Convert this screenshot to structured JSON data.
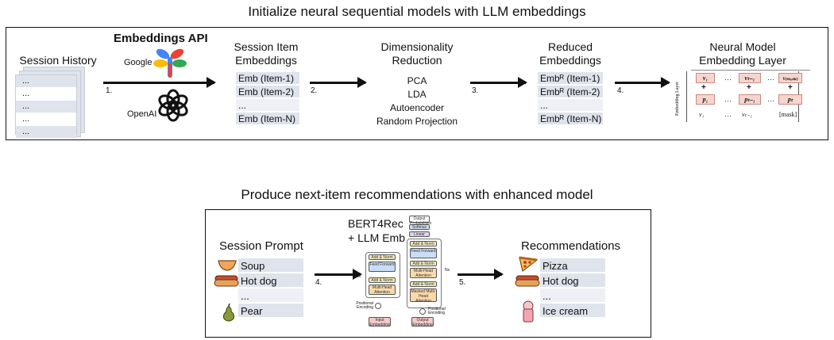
{
  "top": {
    "title": "Initialize neural sequential models with LLM embeddings",
    "session_history": {
      "label": "Session History",
      "rows": [
        "...",
        "...",
        "...",
        "...",
        "..."
      ]
    },
    "api": {
      "label": "Embeddings API",
      "google": "Google",
      "openai": "OpenAI"
    },
    "steps": [
      "1.",
      "2.",
      "3.",
      "4."
    ],
    "session_item_embeddings": {
      "label_line1": "Session Item",
      "label_line2": "Embeddings",
      "rows": [
        "Emb (Item-1)",
        "Emb (Item-2)",
        "...",
        "Emb (Item-N)"
      ]
    },
    "dim_reduction": {
      "label_line1": "Dimensionality",
      "label_line2": "Reduction",
      "methods": [
        "PCA",
        "LDA",
        "Autoencoder",
        "Random Projection"
      ]
    },
    "reduced_embeddings": {
      "label_line1": "Reduced",
      "label_line2": "Embeddings",
      "rows": [
        "Embᴿ (Item-1)",
        "Embᴿ (Item-2)",
        "...",
        "Embᴿ (Item-N)"
      ]
    },
    "neural_model": {
      "label_line1": "Neural Model",
      "label_line2": "Embedding Layer",
      "side_label": "Embedding Layer",
      "v_cells": [
        "v₁",
        "vₜ₋₁",
        "v₍ₘₐₛₖ₎"
      ],
      "p_cells": [
        "p₁",
        "pₜ₋₁",
        "pₜ"
      ],
      "plus": "+",
      "inputs": [
        "v₁",
        "vₜ₋₁",
        "[mask]"
      ],
      "dots": "···"
    }
  },
  "bottom": {
    "title": "Produce next-item recommendations with enhanced model",
    "session_prompt": {
      "label": "Session Prompt",
      "items": [
        "Soup",
        "Hot dog",
        "...",
        "Pear"
      ]
    },
    "model": {
      "label_line1": "BERT4Rec",
      "label_line2": "+ LLM Emb"
    },
    "steps": [
      "4.",
      "5."
    ],
    "recommendations": {
      "label": "Recommendations",
      "items": [
        "Pizza",
        "Hot dog",
        "...",
        "Ice cream"
      ]
    },
    "transformer": {
      "output_probs": "Output Probabilities",
      "linear": "Linear",
      "softmax": "Softmax",
      "add_norm": "Add & Norm",
      "ff": "Feed Forward",
      "mha": "Multi-Head Attention",
      "masked_mha": "Masked Multi-Head Attention",
      "nx": "Nx",
      "pos_enc": "Positional Encoding",
      "input_emb": "Input Embedding",
      "output_emb": "Output Embedding"
    }
  },
  "colors": {
    "cell": "#dfe3ec",
    "google_blue": "#4285f4",
    "google_red": "#ea4335",
    "google_yellow": "#fbbc05",
    "google_green": "#34a853",
    "emb_pink": "#f6d5cf",
    "ff_blue": "#c9def5",
    "attn_orange": "#f9d9a8",
    "out_pink": "#f4c9c6"
  }
}
